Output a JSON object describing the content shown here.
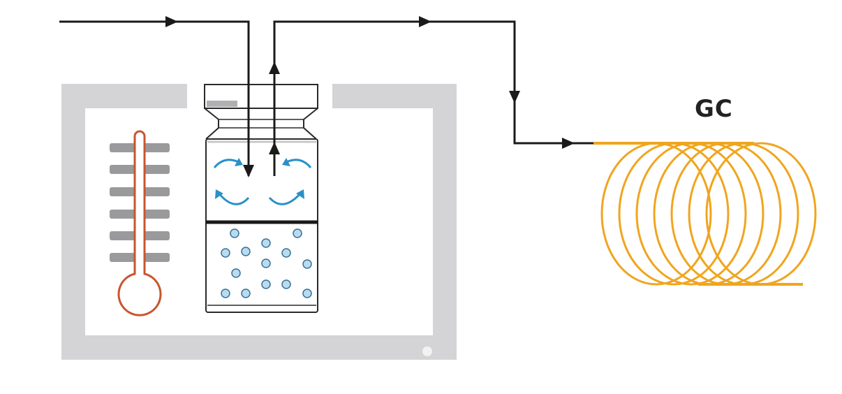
{
  "labels": {
    "gc": "GC"
  },
  "colors": {
    "oven_wall": "#d4d4d6",
    "flow_line": "#1a1a1a",
    "column": "#f0a51e",
    "thermometer": "#c8552e",
    "gauge_bars": "#9a9a9c",
    "circulation_arrows": "#2a90c8",
    "bubble_fill": "#b8dcef",
    "bubble_stroke": "#3a6f96",
    "vial_outline": "#2a2a2a",
    "vial_cap_mark": "#b0b0b2"
  },
  "icons": {
    "oven": "heated-oven-box",
    "thermometer": "thermometer-icon",
    "vial": "headspace-vial",
    "column": "coiled-gc-column"
  }
}
